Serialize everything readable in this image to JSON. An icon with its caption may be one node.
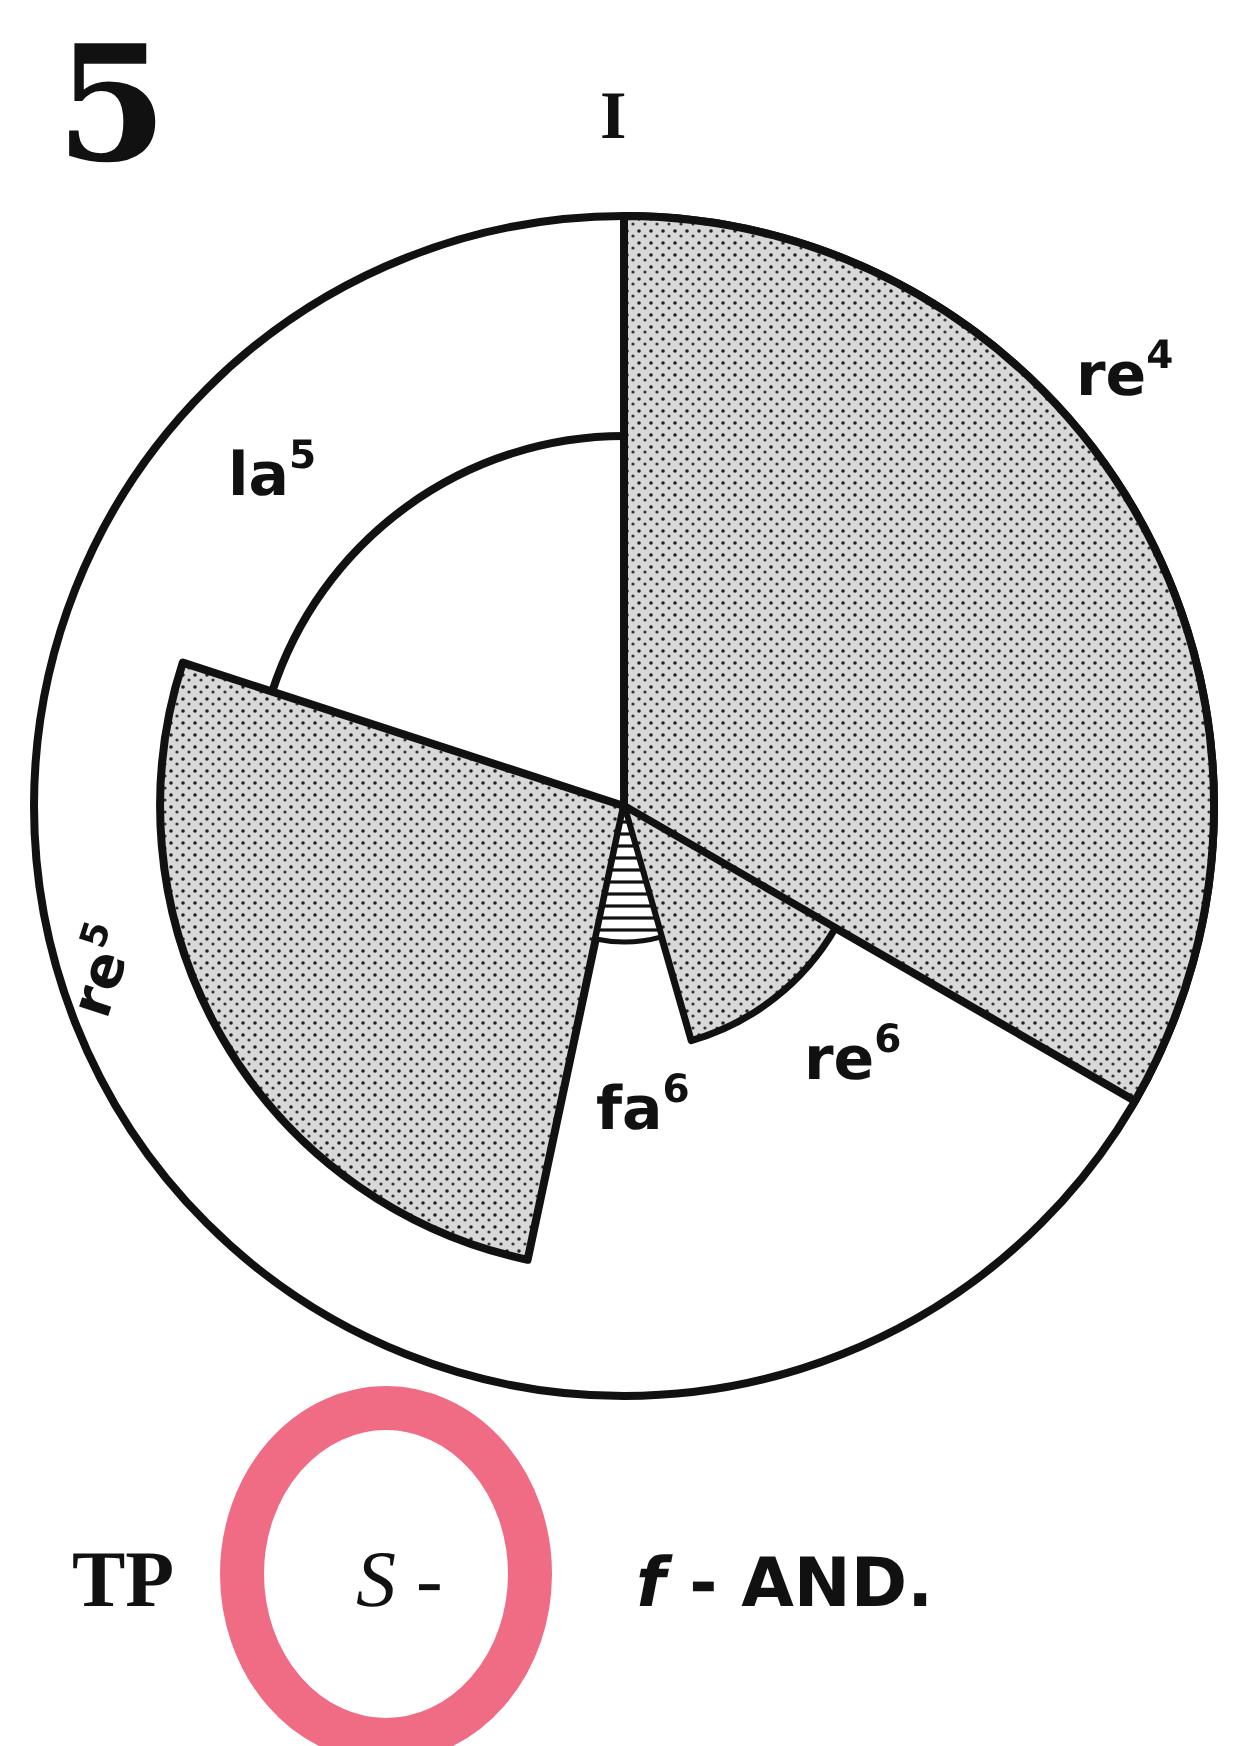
{
  "diagram": {
    "labels": [
      "5",
      "I",
      "la$^{5}$",
      "re$^{4}$",
      "re$^{5}$",
      "fa$^{6}$",
      "re$^{6}$",
      "TP",
      "*S* -",
      "*f* - AND."
    ]
  }
}
